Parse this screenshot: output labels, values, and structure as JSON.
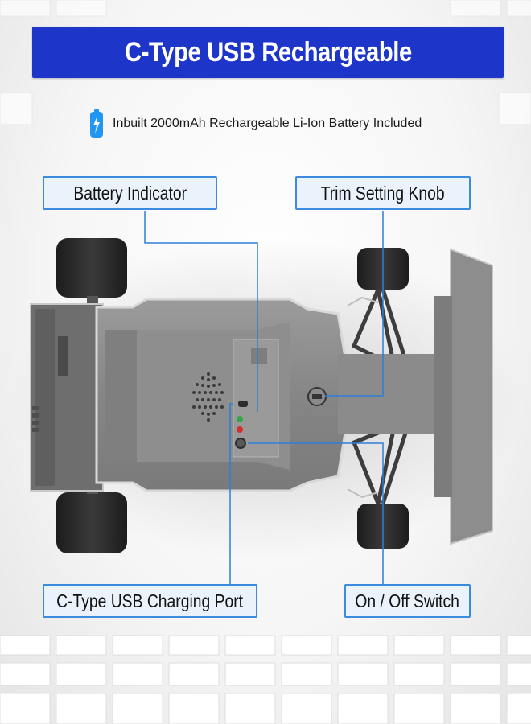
{
  "banner": {
    "title": "C-Type USB Rechargeable"
  },
  "battery_note": {
    "text": "Inbuilt 2000mAh Rechargeable Li-Ion Battery Included",
    "icon": "battery-charging-icon"
  },
  "callouts": {
    "battery_indicator": "Battery Indicator",
    "trim_knob": "Trim Setting Knob",
    "usb_port": "C-Type USB Charging Port",
    "power_switch": "On / Off Switch"
  },
  "colors": {
    "banner": "#1d35c9",
    "callout_border": "#3c8be0",
    "callout_fill": "#eaf3fc",
    "car_body": "#8a8a8a",
    "tire": "#2c2c2c",
    "battery_icon": "#2196f3"
  }
}
